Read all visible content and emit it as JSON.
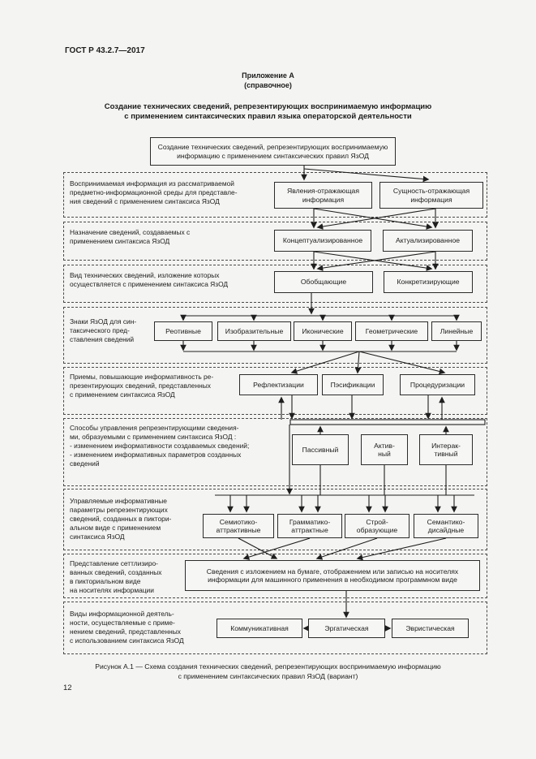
{
  "page": {
    "standard": "ГОСТ Р 43.2.7—2017",
    "appendix": "Приложение А",
    "appendix_note": "(справочное)",
    "title": "Создание технических сведений, репрезентирующих воспринимаемую информацию\nс применением синтаксических правил языка операторской деятельности",
    "caption": "Рисунок А.1 — Схема создания технических сведений, репрезентирующих воспринимаемую информацию\nс применением синтаксических правил ЯзОД (вариант)",
    "page_number": "12"
  },
  "diagram": {
    "root": "Создание технических сведений, репрезентирующих воспринимаемую\nинформацию  с применением  синтаксических правил ЯзОД",
    "sections": [
      {
        "label": "Воспринимаемая информация из рассматриваемой\nпредметно-информационной среды для представле-\nния сведений с применением синтаксиса ЯзОД",
        "boxes": [
          "Явления-отражающая\nинформация",
          "Сущность-отражающая\nинформация"
        ]
      },
      {
        "label": "Назначение сведений, создаваемых с\nприменением синтаксиса ЯзОД",
        "boxes": [
          "Концептуализированное",
          "Актуализированное"
        ]
      },
      {
        "label": "Вид  технических сведений, изложение которых\nосуществляется с применением синтаксиса ЯзОД",
        "boxes": [
          "Обобщающие",
          "Конкретизирующие"
        ]
      },
      {
        "label": "Знаки ЯзОД для син-\nтаксического пред-\nставления сведений",
        "boxes": [
          "Реотивные",
          "Изобразительные",
          "Иконические",
          "Геометрические",
          "Линейные"
        ]
      },
      {
        "label": "Приемы, повышающие информативность ре-\nпрезентирующих сведений,  представленных\nс применением  синтаксиса ЯзОД",
        "boxes": [
          "Рефлектизации",
          "Пэсификации",
          "Процедуризации"
        ]
      },
      {
        "label": "Способы управления репрезентирующими сведения-\nми, образуемыми с применением синтаксиса ЯзОД :\n-  изменением информативности создаваемых сведений;\n-  изменением информативных параметров созданных\nсведений",
        "boxes": [
          "Пассивный",
          "Актив-\nный",
          "Интерак-\nтивный"
        ]
      },
      {
        "label": "Управляемые информативные\n параметры репрезентирующих\n сведений,  созданных в пиктори-\nальном виде с применением\nсинтаксиса ЯзОД",
        "boxes": [
          "Семиотико-\nаттрактивные",
          "Грамматико-\nаттрактные",
          "Строй-\nобразующие",
          "Семантико-\nдисайдные"
        ]
      },
      {
        "label": "Представление сеттлизиро-\nванных сведений, созданных\nв пикториальном виде\nна носителях информации",
        "boxes": [
          "Сведения с изложением на бумаге, отображением или записью на носителях\nинформации для машинного применения в необходимом  программном виде"
        ]
      },
      {
        "label": "Виды информационной деятель-\nности, осуществляемые с приме-\nнением сведений, представленных\nс использованием синтаксиса ЯзОД",
        "boxes": [
          "Коммуникативная",
          "Эргатическая",
          "Эвристическая"
        ]
      }
    ]
  }
}
